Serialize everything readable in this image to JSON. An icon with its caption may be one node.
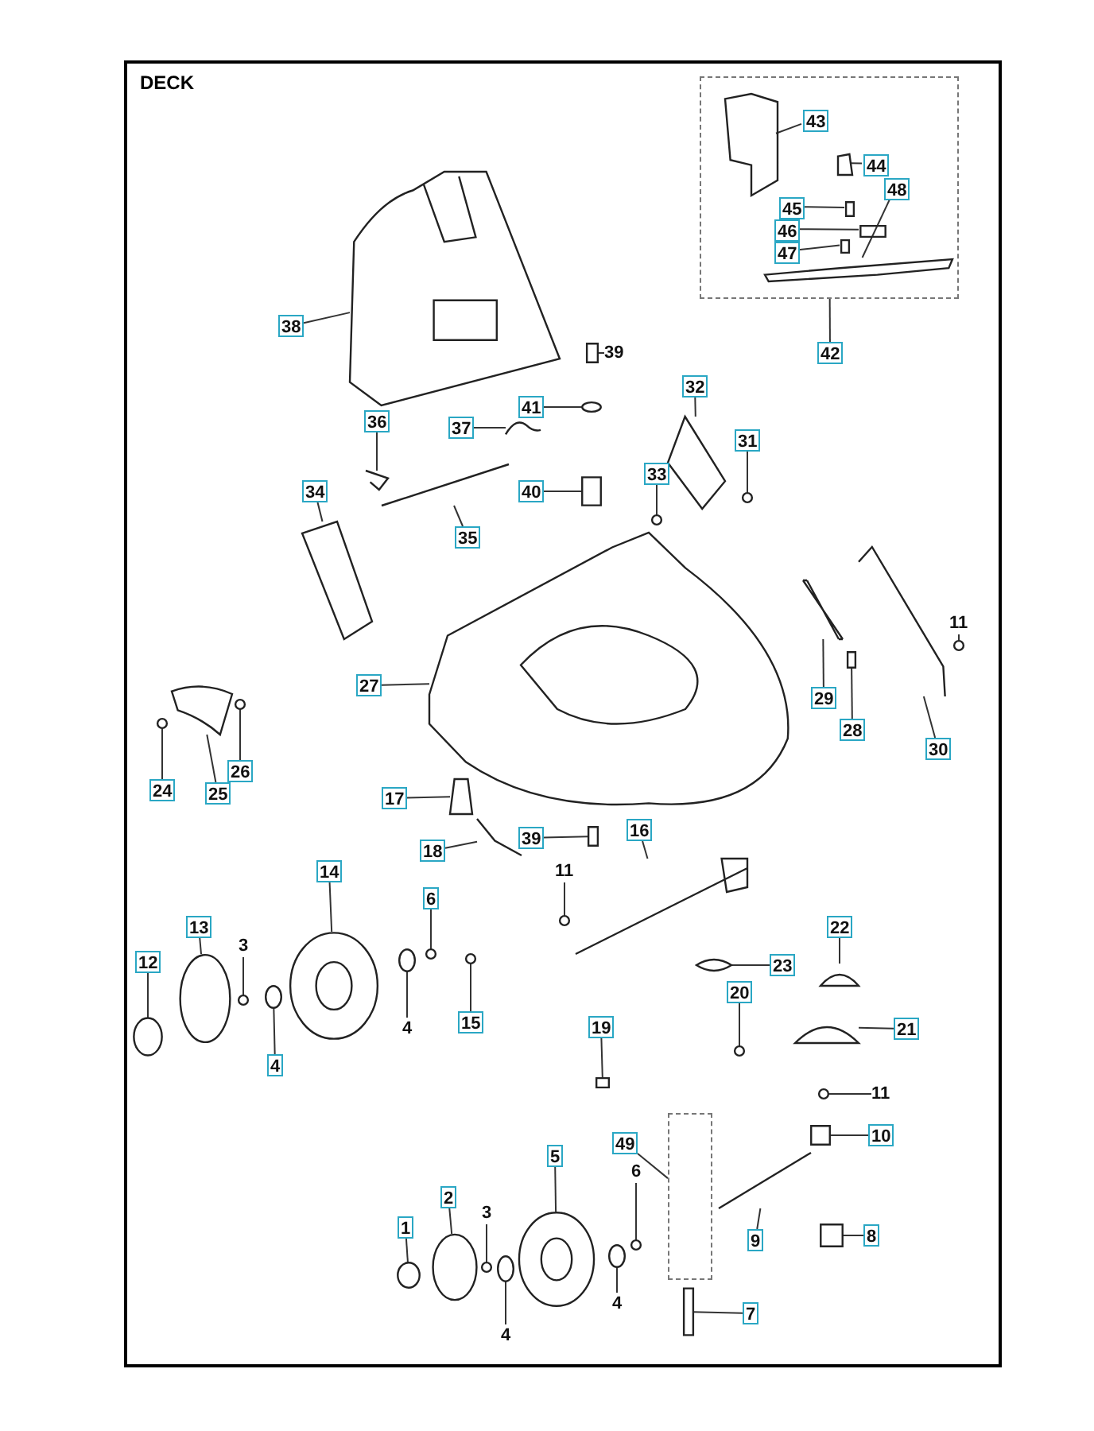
{
  "diagram": {
    "title": "DECK",
    "nodes": [
      {
        "text": [],
        "shape": "box"
      },
      {
        "text": [
          "43"
        ],
        "in": 0
      },
      {
        "text": [
          "44"
        ],
        "in": 0
      },
      {
        "text": [
          "48"
        ],
        "in": 0
      },
      {
        "text": [
          "45"
        ],
        "in": 0
      },
      {
        "text": [
          "46"
        ],
        "in": 0
      },
      {
        "text": [
          "47"
        ],
        "in": 0
      },
      {
        "text": [],
        "shape": "picture",
        "in": 0
      },
      {
        "text": [],
        "shape": "picture",
        "in": 0
      },
      {
        "text": [],
        "shape": "picture",
        "in": 0
      },
      {
        "text": [],
        "shape": "box",
        "in": 0
      },
      {
        "text": [],
        "shape": "box",
        "in": 0
      },
      {
        "text": [],
        "shape": "box",
        "in": 0
      },
      {
        "text": [
          "38"
        ]
      },
      {
        "text": [],
        "shape": "picture"
      },
      {
        "text": [
          "42"
        ]
      },
      {
        "text": [
          "39"
        ]
      },
      {
        "text": [],
        "shape": "box"
      },
      {
        "text": [
          "32"
        ]
      },
      {
        "text": [],
        "shape": "picture"
      },
      {
        "text": [
          "41"
        ]
      },
      {
        "text": [],
        "shape": "circle"
      },
      {
        "text": [
          "36"
        ]
      },
      {
        "text": [],
        "shape": "picture"
      },
      {
        "text": [
          "37"
        ]
      },
      {
        "text": [],
        "shape": "picture"
      },
      {
        "text": [
          "31"
        ]
      },
      {
        "text": [],
        "shape": "circle"
      },
      {
        "text": [
          "33"
        ]
      },
      {
        "text": [],
        "shape": "circle"
      },
      {
        "text": [
          "34"
        ]
      },
      {
        "text": [],
        "shape": "picture"
      },
      {
        "text": [
          "40"
        ]
      },
      {
        "text": [],
        "shape": "box"
      },
      {
        "text": [
          "35"
        ]
      },
      {
        "text": [],
        "shape": "picture"
      },
      {
        "text": [
          "11"
        ]
      },
      {
        "text": [],
        "shape": "circle"
      },
      {
        "text": [
          "27"
        ]
      },
      {
        "text": [],
        "shape": "picture"
      },
      {
        "text": [
          "29"
        ]
      },
      {
        "text": [],
        "shape": "picture"
      },
      {
        "text": [
          "28"
        ]
      },
      {
        "text": [],
        "shape": "box"
      },
      {
        "text": [
          "30"
        ]
      },
      {
        "text": [],
        "shape": "picture"
      },
      {
        "text": [
          "26"
        ]
      },
      {
        "text": [],
        "shape": "circle"
      },
      {
        "text": [
          "24"
        ]
      },
      {
        "text": [],
        "shape": "circle"
      },
      {
        "text": [
          "25"
        ]
      },
      {
        "text": [],
        "shape": "picture"
      },
      {
        "text": [
          "17"
        ]
      },
      {
        "text": [],
        "shape": "picture"
      },
      {
        "text": [
          "39"
        ]
      },
      {
        "text": [],
        "shape": "box"
      },
      {
        "text": [
          "18"
        ]
      },
      {
        "text": [],
        "shape": "picture"
      },
      {
        "text": [
          "16"
        ]
      },
      {
        "text": [],
        "shape": "picture"
      },
      {
        "text": [
          "11"
        ]
      },
      {
        "text": [],
        "shape": "circle"
      },
      {
        "text": [
          "14"
        ]
      },
      {
        "text": [],
        "shape": "picture"
      },
      {
        "text": [
          "6"
        ]
      },
      {
        "text": [],
        "shape": "circle"
      },
      {
        "text": [
          "22"
        ]
      },
      {
        "text": [],
        "shape": "picture"
      },
      {
        "text": [
          "13"
        ]
      },
      {
        "text": [],
        "shape": "circle"
      },
      {
        "text": [
          "3"
        ]
      },
      {
        "text": [],
        "shape": "circle"
      },
      {
        "text": [
          "12"
        ]
      },
      {
        "text": [],
        "shape": "circle"
      },
      {
        "text": [
          "23"
        ]
      },
      {
        "text": [],
        "shape": "picture"
      },
      {
        "text": [
          "20"
        ]
      },
      {
        "text": [],
        "shape": "circle"
      },
      {
        "text": [
          "15"
        ]
      },
      {
        "text": [],
        "shape": "circle"
      },
      {
        "text": [
          "4"
        ]
      },
      {
        "text": [],
        "shape": "circle"
      },
      {
        "text": [
          "19"
        ]
      },
      {
        "text": [],
        "shape": "box"
      },
      {
        "text": [
          "21"
        ]
      },
      {
        "text": [],
        "shape": "picture"
      },
      {
        "text": [
          "4"
        ]
      },
      {
        "text": [],
        "shape": "circle"
      },
      {
        "text": [
          "11"
        ]
      },
      {
        "text": [],
        "shape": "circle"
      },
      {
        "text": [
          "10"
        ]
      },
      {
        "text": [],
        "shape": "box"
      },
      {
        "text": [
          "49"
        ]
      },
      {
        "text": [],
        "shape": "box"
      },
      {
        "text": [
          "5"
        ]
      },
      {
        "text": [],
        "shape": "picture"
      },
      {
        "text": [
          "6"
        ]
      },
      {
        "text": [],
        "shape": "circle"
      },
      {
        "text": [
          "2"
        ]
      },
      {
        "text": [],
        "shape": "circle"
      },
      {
        "text": [
          "3"
        ]
      },
      {
        "text": [],
        "shape": "circle"
      },
      {
        "text": [
          "1"
        ]
      },
      {
        "text": [],
        "shape": "circle"
      },
      {
        "text": [
          "9"
        ]
      },
      {
        "text": [],
        "shape": "picture"
      },
      {
        "text": [
          "8"
        ]
      },
      {
        "text": [],
        "shape": "box"
      },
      {
        "text": [
          "4"
        ]
      },
      {
        "text": [],
        "shape": "circle"
      },
      {
        "text": [
          "4"
        ]
      },
      {
        "text": [],
        "shape": "circle"
      },
      {
        "text": [
          "7"
        ]
      },
      {
        "text": [],
        "shape": "box"
      }
    ],
    "edges": [
      {
        "from": 1,
        "to": 7,
        "arrow": "none"
      },
      {
        "from": 2,
        "to": 8,
        "arrow": "none"
      },
      {
        "from": 3,
        "to": 9,
        "arrow": "none"
      },
      {
        "from": 4,
        "to": 10,
        "arrow": "none"
      },
      {
        "from": 5,
        "to": 11,
        "arrow": "none"
      },
      {
        "from": 6,
        "to": 12,
        "arrow": "none"
      },
      {
        "from": 13,
        "to": 14,
        "arrow": "none"
      },
      {
        "from": 15,
        "to": 0,
        "arrow": "none"
      },
      {
        "from": 16,
        "to": 17,
        "arrow": "none"
      },
      {
        "from": 18,
        "to": 19,
        "arrow": "none"
      },
      {
        "from": 20,
        "to": 21,
        "arrow": "none"
      },
      {
        "from": 22,
        "to": 23,
        "arrow": "none"
      },
      {
        "from": 24,
        "to": 25,
        "arrow": "none"
      },
      {
        "from": 26,
        "to": 27,
        "arrow": "none"
      },
      {
        "from": 28,
        "to": 29,
        "arrow": "none"
      },
      {
        "from": 30,
        "to": 31,
        "arrow": "none"
      },
      {
        "from": 32,
        "to": 33,
        "arrow": "none"
      },
      {
        "from": 34,
        "to": 35,
        "arrow": "none"
      },
      {
        "from": 36,
        "to": 37,
        "arrow": "none"
      },
      {
        "from": 38,
        "to": 39,
        "arrow": "none"
      },
      {
        "from": 40,
        "to": 41,
        "arrow": "none"
      },
      {
        "from": 42,
        "to": 43,
        "arrow": "none"
      },
      {
        "from": 44,
        "to": 45,
        "arrow": "none"
      },
      {
        "from": 46,
        "to": 47,
        "arrow": "none"
      },
      {
        "from": 48,
        "to": 49,
        "arrow": "none"
      },
      {
        "from": 50,
        "to": 51,
        "arrow": "none"
      },
      {
        "from": 52,
        "to": 53,
        "arrow": "none"
      },
      {
        "from": 54,
        "to": 55,
        "arrow": "none"
      },
      {
        "from": 56,
        "to": 57,
        "arrow": "none"
      },
      {
        "from": 58,
        "to": 59,
        "arrow": "none"
      },
      {
        "from": 60,
        "to": 61,
        "arrow": "none"
      },
      {
        "from": 62,
        "to": 63,
        "arrow": "none"
      },
      {
        "from": 64,
        "to": 65,
        "arrow": "none"
      },
      {
        "from": 66,
        "to": 67,
        "arrow": "none"
      },
      {
        "from": 68,
        "to": 69,
        "arrow": "none"
      },
      {
        "from": 70,
        "to": 71,
        "arrow": "none"
      },
      {
        "from": 72,
        "to": 73,
        "arrow": "none"
      },
      {
        "from": 74,
        "to": 75,
        "arrow": "none"
      },
      {
        "from": 76,
        "to": 77,
        "arrow": "none"
      },
      {
        "from": 78,
        "to": 79,
        "arrow": "none"
      },
      {
        "from": 80,
        "to": 81,
        "arrow": "none"
      },
      {
        "from": 82,
        "to": 83,
        "arrow": "none"
      },
      {
        "from": 84,
        "to": 85,
        "arrow": "none"
      },
      {
        "from": 86,
        "to": 87,
        "arrow": "none"
      },
      {
        "from": 88,
        "to": 89,
        "arrow": "none"
      },
      {
        "from": 90,
        "to": 91,
        "arrow": "none"
      },
      {
        "from": 92,
        "to": 93,
        "arrow": "none"
      },
      {
        "from": 94,
        "to": 95,
        "arrow": "none"
      },
      {
        "from": 96,
        "to": 97,
        "arrow": "none"
      },
      {
        "from": 98,
        "to": 99,
        "arrow": "none"
      },
      {
        "from": 100,
        "to": 101,
        "arrow": "none"
      },
      {
        "from": 102,
        "to": 103,
        "arrow": "none"
      },
      {
        "from": 104,
        "to": 105,
        "arrow": "none"
      },
      {
        "from": 106,
        "to": 107,
        "arrow": "none"
      },
      {
        "from": 108,
        "to": 109,
        "arrow": "none"
      },
      {
        "from": 110,
        "to": 111,
        "arrow": "none"
      },
      {
        "from": 112,
        "to": 113,
        "arrow": "none"
      }
    ]
  }
}
